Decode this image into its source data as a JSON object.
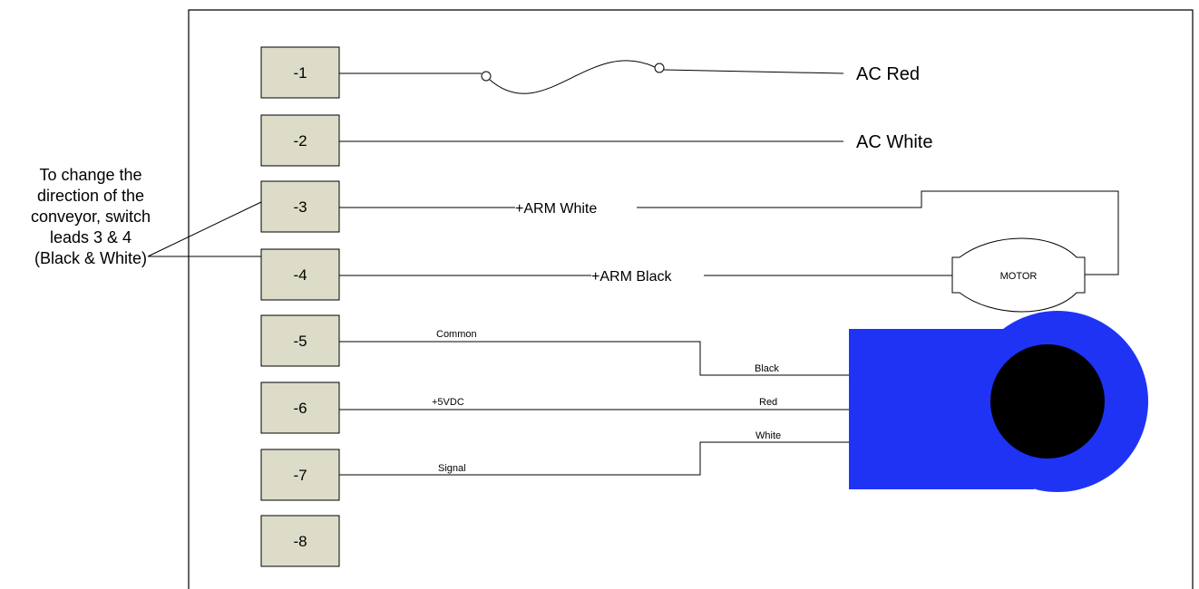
{
  "note": {
    "lines": [
      "To change the",
      "direction of the",
      "conveyor, switch",
      "leads 3 & 4",
      "(Black & White)"
    ]
  },
  "terminals": [
    "-1",
    "-2",
    "-3",
    "-4",
    "-5",
    "-6",
    "-7",
    "-8"
  ],
  "labels": {
    "ac_red": "AC Red",
    "ac_white": "AC White",
    "arm_white": "+ARM White",
    "arm_black": "+ARM Black",
    "motor": "MOTOR",
    "common": "Common",
    "vdc": "+5VDC",
    "signal": "Signal",
    "black": "Black",
    "red": "Red",
    "white": "White"
  },
  "colors": {
    "terminal_fill": "#dcdcc8",
    "encoder_blue": "#1f33f5",
    "encoder_disc": "#000000",
    "wire": "#000000"
  }
}
